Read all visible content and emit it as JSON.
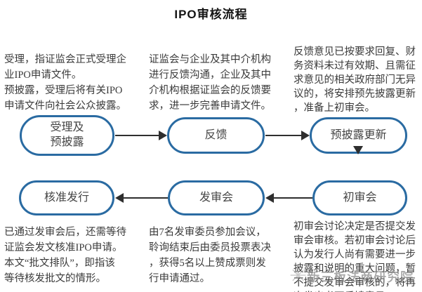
{
  "title": "IPO审核流程",
  "colors": {
    "node_border": "#2a6ba2",
    "arrow": "#2e2e2e",
    "body_text": "#3a3a3a",
    "watermark": "#878787"
  },
  "notes": {
    "top_left": "受理，指证监会正式受理企\n业IPO申请文件。\n预披露，受理后将有关IPO\n申请文件向社会公众披露。",
    "top_middle": "证监会与企业及其中介机构\n进行反馈沟通，企业及其中\n介机构根据证监会的反馈要\n求，进一步完善申请文件。",
    "top_right": "反馈意见已按要求回复、财\n务资料未过有效期、且需征\n求意见的相关政府部门无异\n议的，将安排预先披露更新\n，准备上初审会。",
    "bottom_left": "已通过发审会后，还需等待\n证监会发文核准IPO申请。\n本文“批文排队”，即指该\n等待核发批文的情形。",
    "bottom_middle": "由7名发审委员参加会议，\n聆询结束后由委员投票表决\n，获得5名以上赞成票则发\n行申请通过。",
    "bottom_right": "初审会讨论决定是否提交发\n审会审核。若初审会讨论后\n认为发行人尚有需要进一步\n披露和说明的重大问题，暂\n不提交发审会审核的，将再\n次发出书面反馈意见，"
  },
  "flow": {
    "nodes": [
      {
        "id": "acceptance-predisclosure",
        "label": "受理及\n预披露"
      },
      {
        "id": "feedback",
        "label": "反馈"
      },
      {
        "id": "predisclosure-update",
        "label": "预披露更新"
      },
      {
        "id": "approval-issuance",
        "label": "核准发行"
      },
      {
        "id": "issuance-review-meeting",
        "label": "发审会"
      },
      {
        "id": "initial-review-meeting",
        "label": "初审会"
      }
    ],
    "edges": [
      {
        "from": "受理及预披露",
        "to": "反馈",
        "direction": "right"
      },
      {
        "from": "反馈",
        "to": "预披露更新",
        "direction": "right"
      },
      {
        "from": "预披露更新",
        "to": "初审会",
        "direction": "down"
      },
      {
        "from": "初审会",
        "to": "发审会",
        "direction": "left"
      },
      {
        "from": "发审会",
        "to": "核准发行",
        "direction": "left"
      }
    ]
  },
  "watermark": {
    "logo": "✳",
    "text": "新三板法商研究院"
  }
}
